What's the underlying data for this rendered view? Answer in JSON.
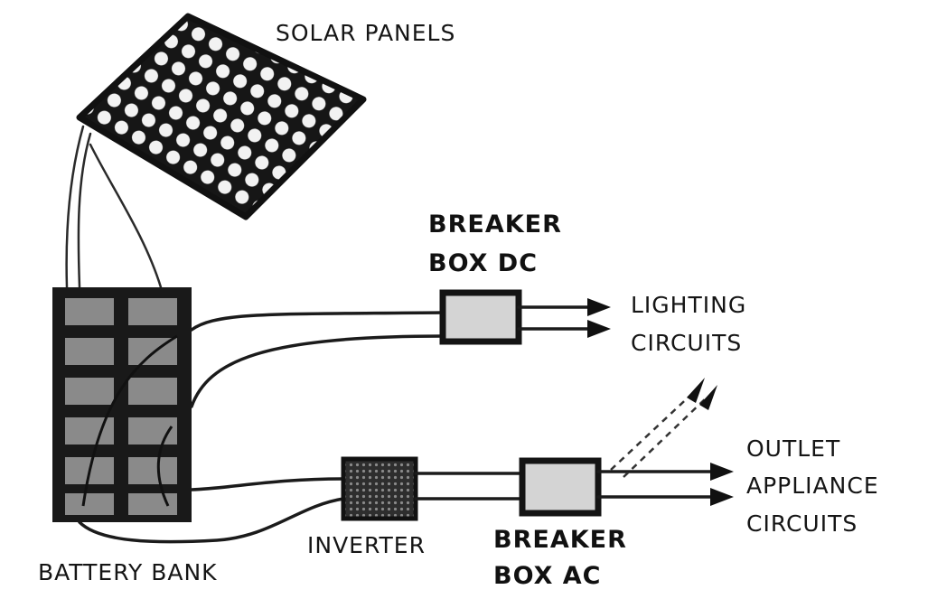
{
  "labels": {
    "solar_panels": "SOLAR PANELS",
    "breaker_dc_line1": "BREAKER",
    "breaker_dc_line2": "BOX DC",
    "lighting_line1": "LIGHTING",
    "lighting_line2": "CIRCUITS",
    "outlet_line1": "OUTLET",
    "outlet_line2": "APPLIANCE",
    "outlet_line3": "CIRCUITS",
    "inverter": "INVERTER",
    "breaker_ac_line1": "BREAKER",
    "breaker_ac_line2": "BOX AC",
    "battery_bank": "BATTERY BANK"
  },
  "colors": {
    "ink": "#151515",
    "battery_cell": "#8a8a8a",
    "breaker_fill": "#d4d4d4",
    "inverter_fill": "#2e2e2e",
    "background": "#ffffff"
  }
}
